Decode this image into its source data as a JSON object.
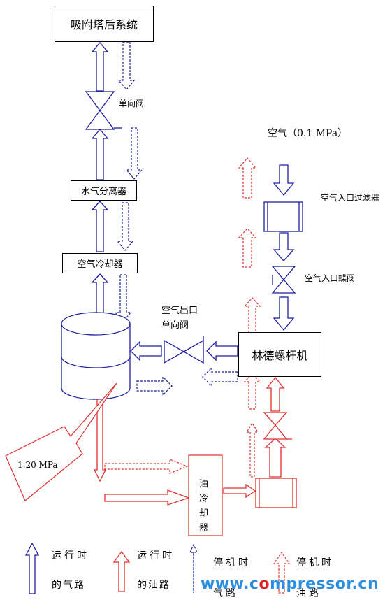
{
  "components": {
    "after_system": "吸附塔后系统",
    "check_valve_top": "单向阀",
    "separator": "水气分离器",
    "air_cooler": "空气冷却器",
    "outlet_check_valve_line1": "空气出口",
    "outlet_check_valve_line2": "单向阀",
    "compressor": "林德螺杆机",
    "air_inlet": "空气（0.1 MPa）",
    "inlet_filter": "空气入口过滤器",
    "inlet_butterfly_valve": "空气入口蝶阀",
    "oil_cooler_chars": [
      "油",
      "冷",
      "却",
      "器"
    ],
    "pressure_label": "1.20 MPa"
  },
  "legend": [
    {
      "line1": "运行时",
      "line2": "的气路",
      "color": "#1f1f9f",
      "style": "solid"
    },
    {
      "line1": "运行时",
      "line2": "的油路",
      "color": "#e03030",
      "style": "solid"
    },
    {
      "line1": "停机时",
      "line2": "气路",
      "color": "#1f1f9f",
      "style": "dashed"
    },
    {
      "line1": "停机时",
      "line2": "油路",
      "color": "#e03030",
      "style": "dashed"
    }
  ],
  "watermark": {
    "pre": "www.c",
    "o": "o",
    "post": "mpressor.cn"
  },
  "colors": {
    "air": "#1f1f9f",
    "oil": "#e03030",
    "watermark": "#2a8fe0"
  }
}
